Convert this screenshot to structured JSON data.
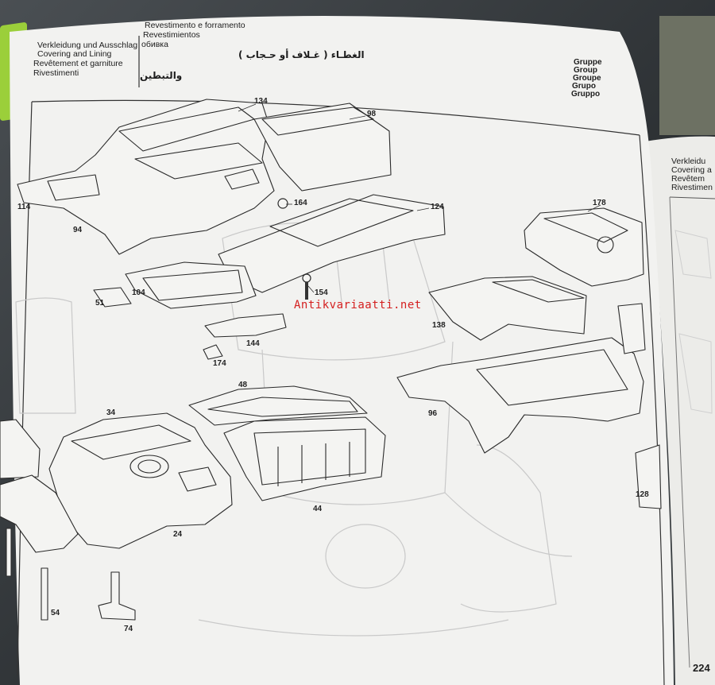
{
  "header": {
    "left_lines": [
      "Verkleidung und Ausschlag",
      "Covering and Lining",
      "Revêtement et garniture",
      "Rivestimenti"
    ],
    "right_lines": [
      "Revestimento e forramento",
      "Revestimientos",
      "обивка"
    ],
    "arabic_line1": "الغطـاء ( غـلاف أو حـجاب )",
    "arabic_line2": "والتبطين",
    "gruppe_lines": [
      "Gruppe",
      "Group",
      "Groupe",
      "Grupo",
      "Gruppo"
    ]
  },
  "part_numbers": {
    "p134": "134",
    "p98": "98",
    "p114": "114",
    "p94": "94",
    "p164": "164",
    "p124": "124",
    "p178": "178",
    "p104": "104",
    "p51": "51",
    "p154": "154",
    "p138": "138",
    "p144": "144",
    "p174": "174",
    "p96": "96",
    "p48": "48",
    "p34": "34",
    "p44": "44",
    "p24": "24",
    "p54": "54",
    "p74": "74",
    "p128": "128"
  },
  "watermark": "Antikvariaatti.net",
  "page_number": "224",
  "right_page": {
    "header_lines": [
      "Verkleidu",
      "Covering a",
      "Revêtem",
      "Rivestimen"
    ]
  },
  "colors": {
    "paper": "#f2f2f0",
    "ink": "#2a2a2a",
    "watermark": "#d42020"
  }
}
